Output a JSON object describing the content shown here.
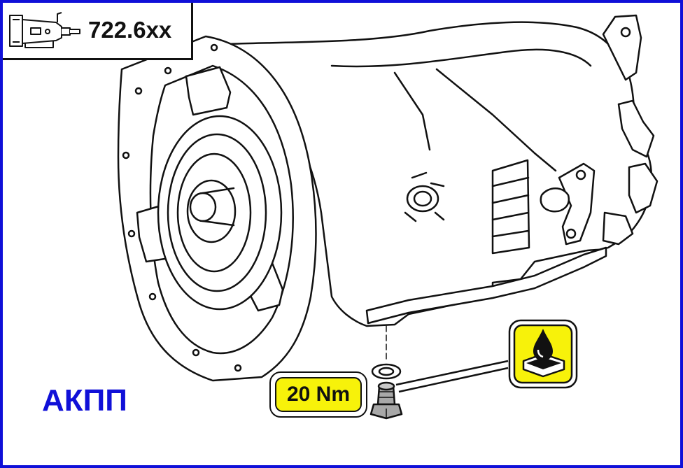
{
  "model": {
    "code": "722.6xx",
    "icon": "transmission-gearbox-icon"
  },
  "torque": {
    "value": "20 Nm"
  },
  "transmission_label": "АКПП",
  "oil_icon": "oil-drop-pan-icon",
  "colors": {
    "frame_border": "#1010d8",
    "label_text": "#1010d8",
    "badge_fill": "#f7f20a",
    "line": "#111111",
    "part_fill": "#ffffff",
    "bolt_fill": "#a8a8a8"
  }
}
